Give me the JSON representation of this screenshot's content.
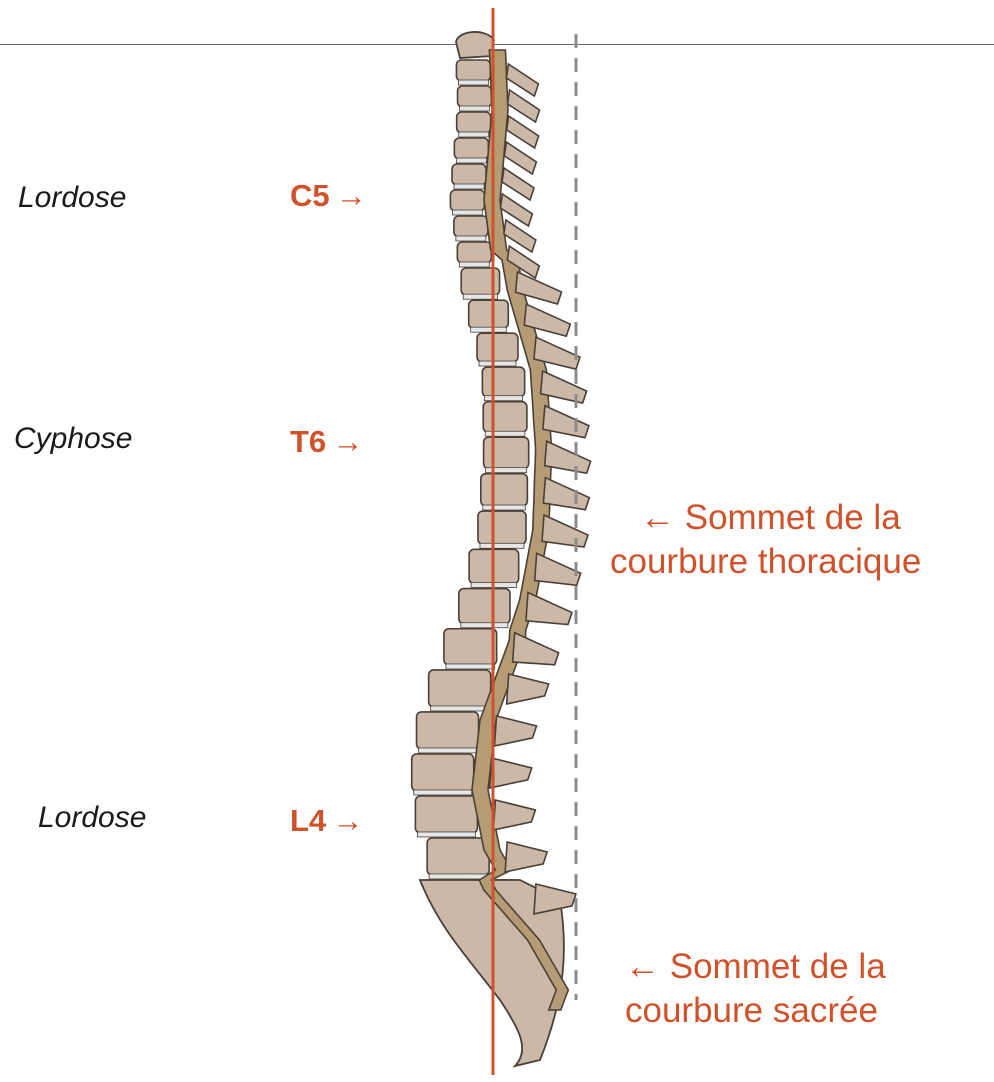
{
  "curves": [
    {
      "name": "Lordose",
      "level": "C5"
    },
    {
      "name": "Cyphose",
      "level": "T6"
    },
    {
      "name": "Lordose",
      "level": "L4"
    }
  ],
  "level_arrow": "→",
  "apex_labels": {
    "thoracic": {
      "line1": "← Sommet de la",
      "line2": "courbure thoracique"
    },
    "sacral": {
      "line1": "← Sommet de la",
      "line2": "courbure sacrée"
    }
  },
  "colors": {
    "accent": "#d0522a",
    "bone": "#cbb8a6",
    "bone_dark": "#a89580",
    "canal": "#b69c74",
    "disc": "#e4e6e8",
    "outline": "#4a4038",
    "dashed_line": "#8c8c8c"
  }
}
